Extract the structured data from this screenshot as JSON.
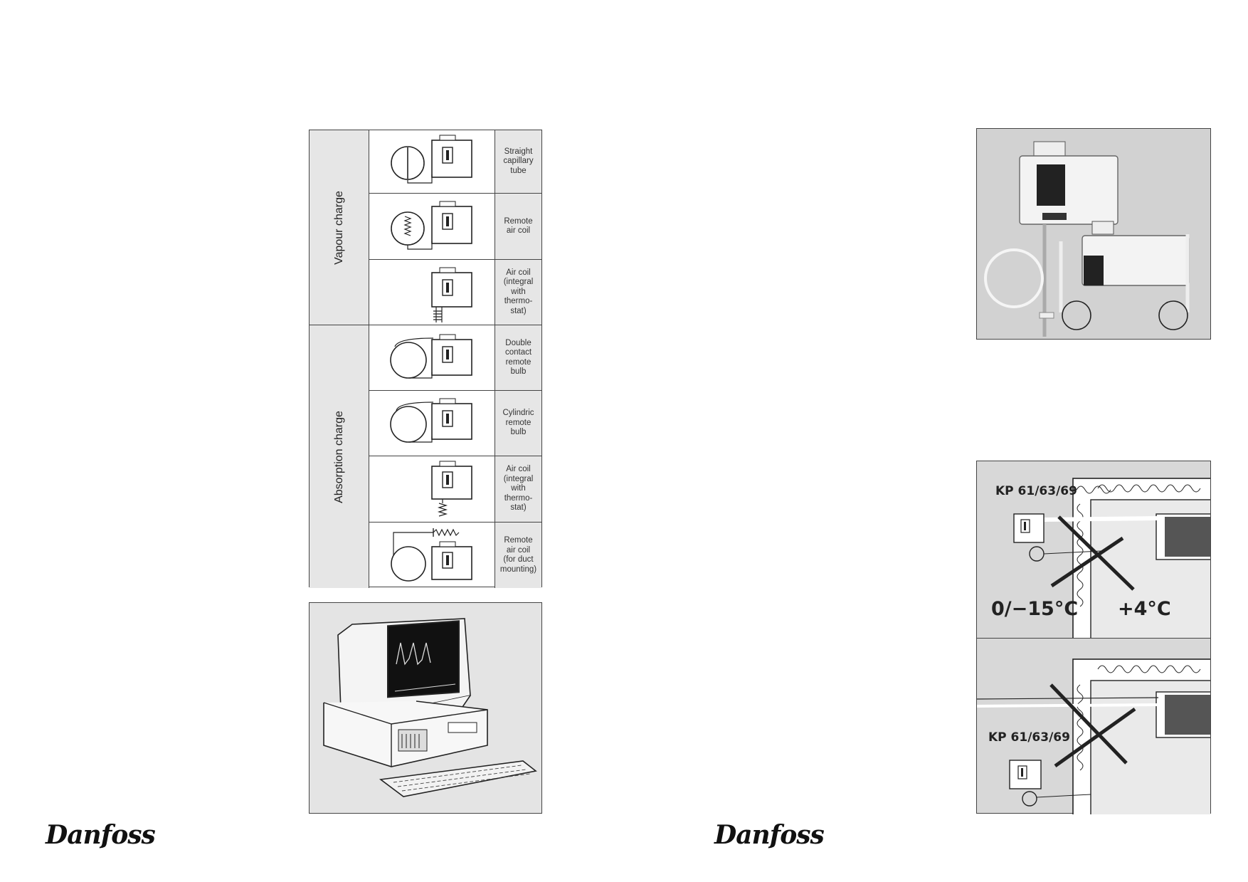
{
  "charge_table": {
    "groups": [
      {
        "label": "Vapour charge",
        "rows": [
          {
            "description": "Straight\ncapillary\ntube"
          },
          {
            "description": "Remote\nair coil"
          },
          {
            "description": "Air coil\n(integral\nwith\nthermo-\nstat)"
          }
        ]
      },
      {
        "label": "Absorption charge",
        "rows": [
          {
            "description": "Double\ncontact\nremote\nbulb"
          },
          {
            "description": "Cylindric\nremote\nbulb"
          },
          {
            "description": "Air coil\n(integral\nwith\nthermo-\nstat)"
          },
          {
            "description": "Remote\nair coil\n(for duct\nmounting)"
          }
        ]
      }
    ]
  },
  "installation": {
    "top_label": "KP 61/63/69",
    "bottom_label": "KP 61/63/69",
    "temp_left": "0/−15°C",
    "temp_right": "+4°C"
  },
  "logos": {
    "left": "Danfoss",
    "right": "Danfoss"
  },
  "icons": [
    "thermostat-icon",
    "computer-illustration",
    "thermostat-photo",
    "cross-mark-icon"
  ]
}
